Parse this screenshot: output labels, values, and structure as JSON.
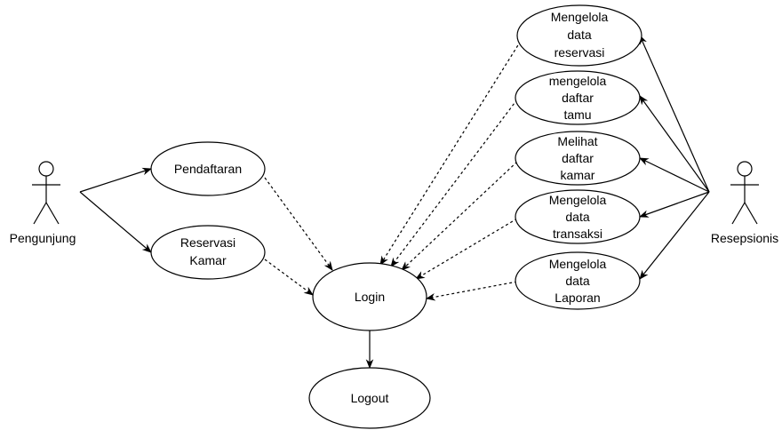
{
  "diagram": {
    "actors": {
      "pengunjung": "Pengunjung",
      "resepsionis": "Resepsionis"
    },
    "use_cases": {
      "pendaftaran": [
        "Pendaftaran"
      ],
      "reservasi_kamar": [
        "Reservasi",
        "Kamar"
      ],
      "login": [
        "Login"
      ],
      "logout": [
        "Logout"
      ],
      "mengelola_reservasi": [
        "Mengelola",
        "data",
        "reservasi"
      ],
      "mengelola_tamu": [
        "mengelola",
        "daftar",
        "tamu"
      ],
      "melihat_kamar": [
        "Melihat",
        "daftar",
        "kamar"
      ],
      "mengelola_transaksi": [
        "Mengelola",
        "data",
        "transaksi"
      ],
      "mengelola_laporan": [
        "Mengelola",
        "data",
        "Laporan"
      ]
    },
    "relations": [
      {
        "from": "pengunjung",
        "to": "pendaftaran",
        "style": "solid"
      },
      {
        "from": "pengunjung",
        "to": "reservasi_kamar",
        "style": "solid"
      },
      {
        "from": "pendaftaran",
        "to": "login",
        "style": "dashed"
      },
      {
        "from": "reservasi_kamar",
        "to": "login",
        "style": "dashed"
      },
      {
        "from": "login",
        "to": "logout",
        "style": "solid"
      },
      {
        "from": "mengelola_reservasi",
        "to": "login",
        "style": "dashed"
      },
      {
        "from": "mengelola_tamu",
        "to": "login",
        "style": "dashed"
      },
      {
        "from": "melihat_kamar",
        "to": "login",
        "style": "dashed"
      },
      {
        "from": "mengelola_transaksi",
        "to": "login",
        "style": "dashed"
      },
      {
        "from": "mengelola_laporan",
        "to": "login",
        "style": "dashed"
      },
      {
        "from": "resepsionis",
        "to": "mengelola_reservasi",
        "style": "solid"
      },
      {
        "from": "resepsionis",
        "to": "mengelola_tamu",
        "style": "solid"
      },
      {
        "from": "resepsionis",
        "to": "melihat_kamar",
        "style": "solid"
      },
      {
        "from": "resepsionis",
        "to": "mengelola_transaksi",
        "style": "solid"
      },
      {
        "from": "resepsionis",
        "to": "mengelola_laporan",
        "style": "solid"
      }
    ]
  }
}
